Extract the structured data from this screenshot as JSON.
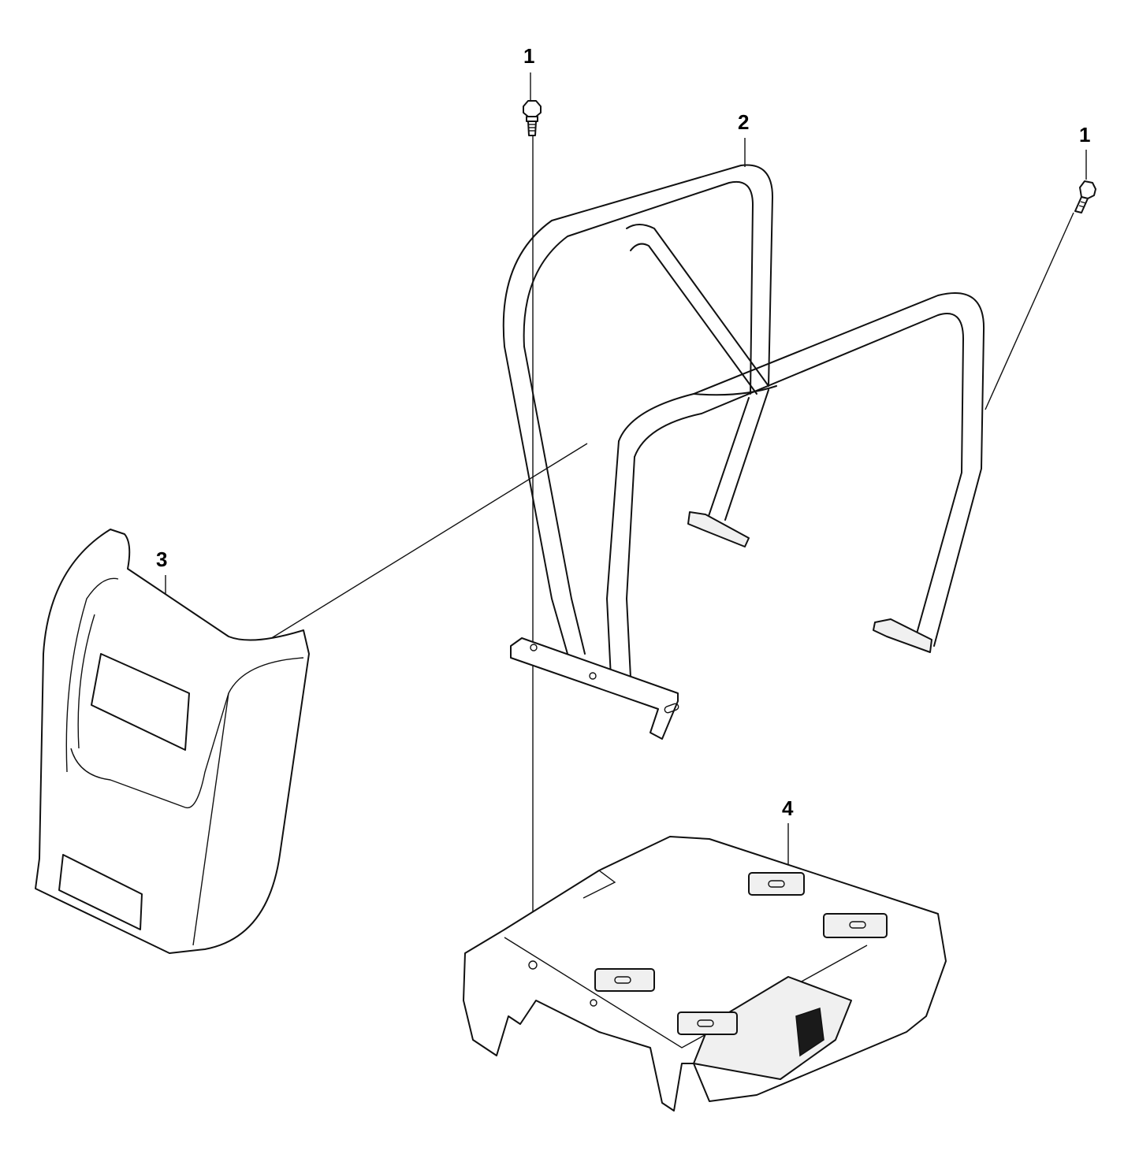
{
  "callouts": [
    {
      "id": "bolt-left",
      "label": "1"
    },
    {
      "id": "frame",
      "label": "2"
    },
    {
      "id": "bolt-right",
      "label": "1"
    },
    {
      "id": "cover",
      "label": "3"
    },
    {
      "id": "base",
      "label": "4"
    }
  ]
}
